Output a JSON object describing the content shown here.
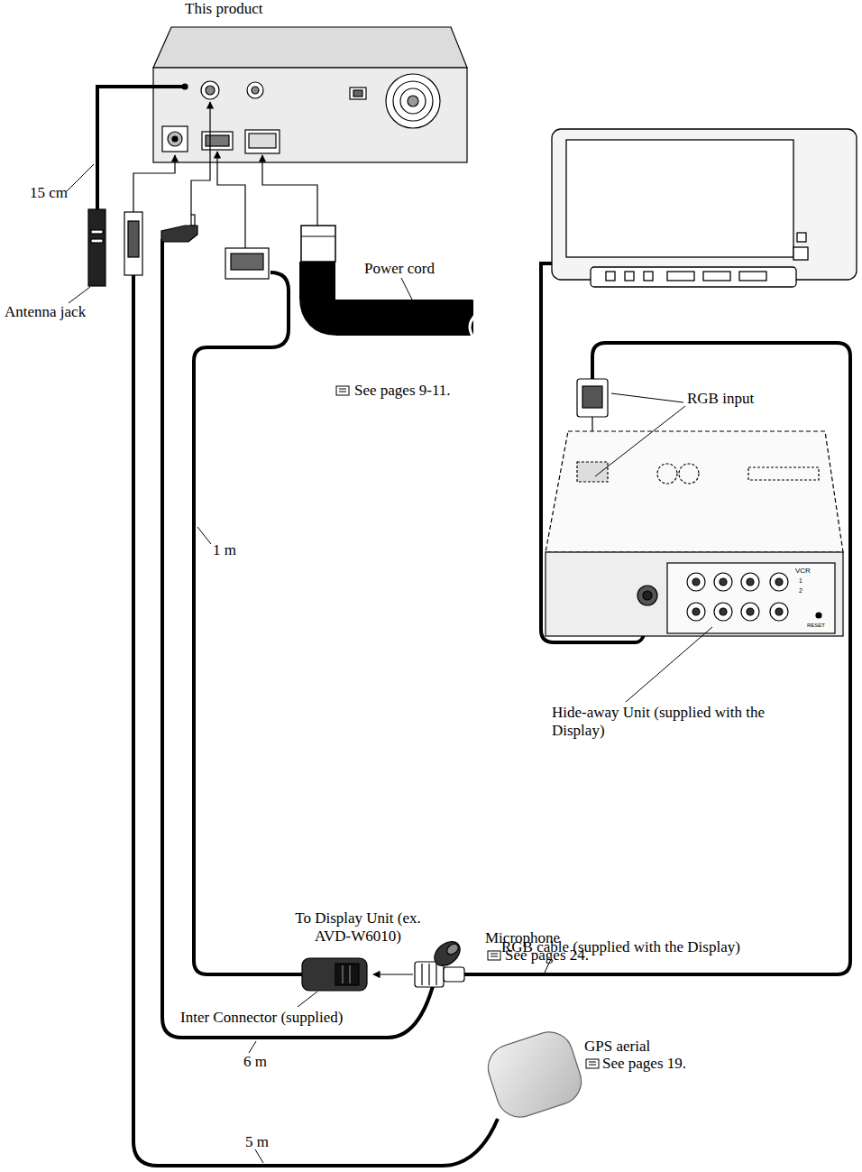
{
  "diagram": {
    "nodes": [
      {
        "text": [
          "This product"
        ]
      }
    ],
    "labels": [
      "15 cm",
      "Antenna jack",
      "Power cord",
      "See pages 9-11.",
      "1 m",
      "RGB input",
      "VCR",
      "1",
      "2",
      "RESET",
      "Hide-away Unit (supplied with the Display)",
      "To Display Unit (ex. AVD-W6010)",
      "RGB cable (supplied with the Display)",
      "Inter Connector (supplied)",
      "Microphone",
      "See pages 24.",
      "6 m",
      "GPS aerial",
      "See pages 19.",
      "5 m"
    ]
  }
}
